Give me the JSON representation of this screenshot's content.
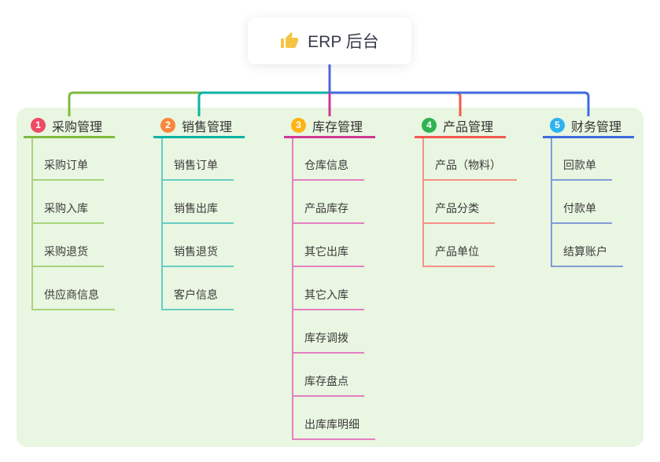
{
  "root": {
    "icon": "thumbs-up",
    "icon_color": "#f6c445",
    "label": "ERP 后台",
    "connector_color": "#5366de"
  },
  "panel": {
    "bg": "#e9f6e1"
  },
  "branches": [
    {
      "num": "1",
      "label": "采购管理",
      "badge_color": "#ef4b64",
      "line_color": "#7fba3f",
      "child_line_color": "#a9d37c",
      "children": [
        "采购订单",
        "采购入库",
        "采购退货",
        "供应商信息"
      ]
    },
    {
      "num": "2",
      "label": "销售管理",
      "badge_color": "#f9873b",
      "line_color": "#0cb2a5",
      "child_line_color": "#66cdc2",
      "children": [
        "销售订单",
        "销售出库",
        "销售退货",
        "客户信息"
      ]
    },
    {
      "num": "3",
      "label": "库存管理",
      "badge_color": "#fdb414",
      "line_color": "#d03695",
      "child_line_color": "#e47fc0",
      "children": [
        "仓库信息",
        "产品库存",
        "其它出库",
        "其它入库",
        "库存调拨",
        "库存盘点",
        "出库库明细"
      ]
    },
    {
      "num": "4",
      "label": "产品管理",
      "badge_color": "#2eb350",
      "line_color": "#f4584e",
      "child_line_color": "#f79289",
      "children": [
        "产品（物料）",
        "产品分类",
        "产品单位"
      ]
    },
    {
      "num": "5",
      "label": "财务管理",
      "badge_color": "#2fb3f0",
      "line_color": "#3f6ae2",
      "child_line_color": "#829ad9",
      "children": [
        "回款单",
        "付款单",
        "结算账户"
      ]
    }
  ]
}
